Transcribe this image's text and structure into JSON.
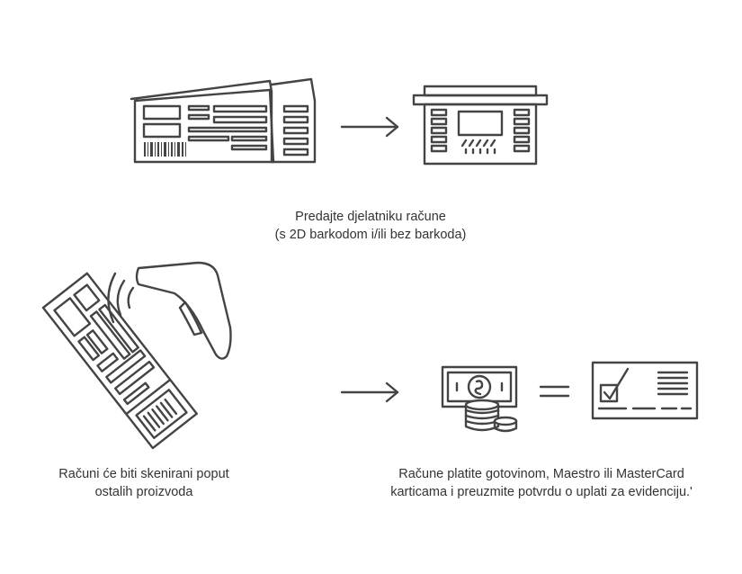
{
  "step1": {
    "caption_line1": "Predajte djelatniku račune",
    "caption_line2": "(s 2D barkodom i/ili bez barkoda)"
  },
  "step2": {
    "caption_line1": "Računi će biti skenirani poput",
    "caption_line2": "ostalih proizvoda"
  },
  "step3": {
    "caption_line1": "Račune platite gotovinom, Maestro ili MasterCard",
    "caption_line2": "karticama i preuzmite potvrdu o uplati za evidenciju.'"
  },
  "colors": {
    "line": "#444444",
    "text": "#333333",
    "background": "#ffffff"
  }
}
